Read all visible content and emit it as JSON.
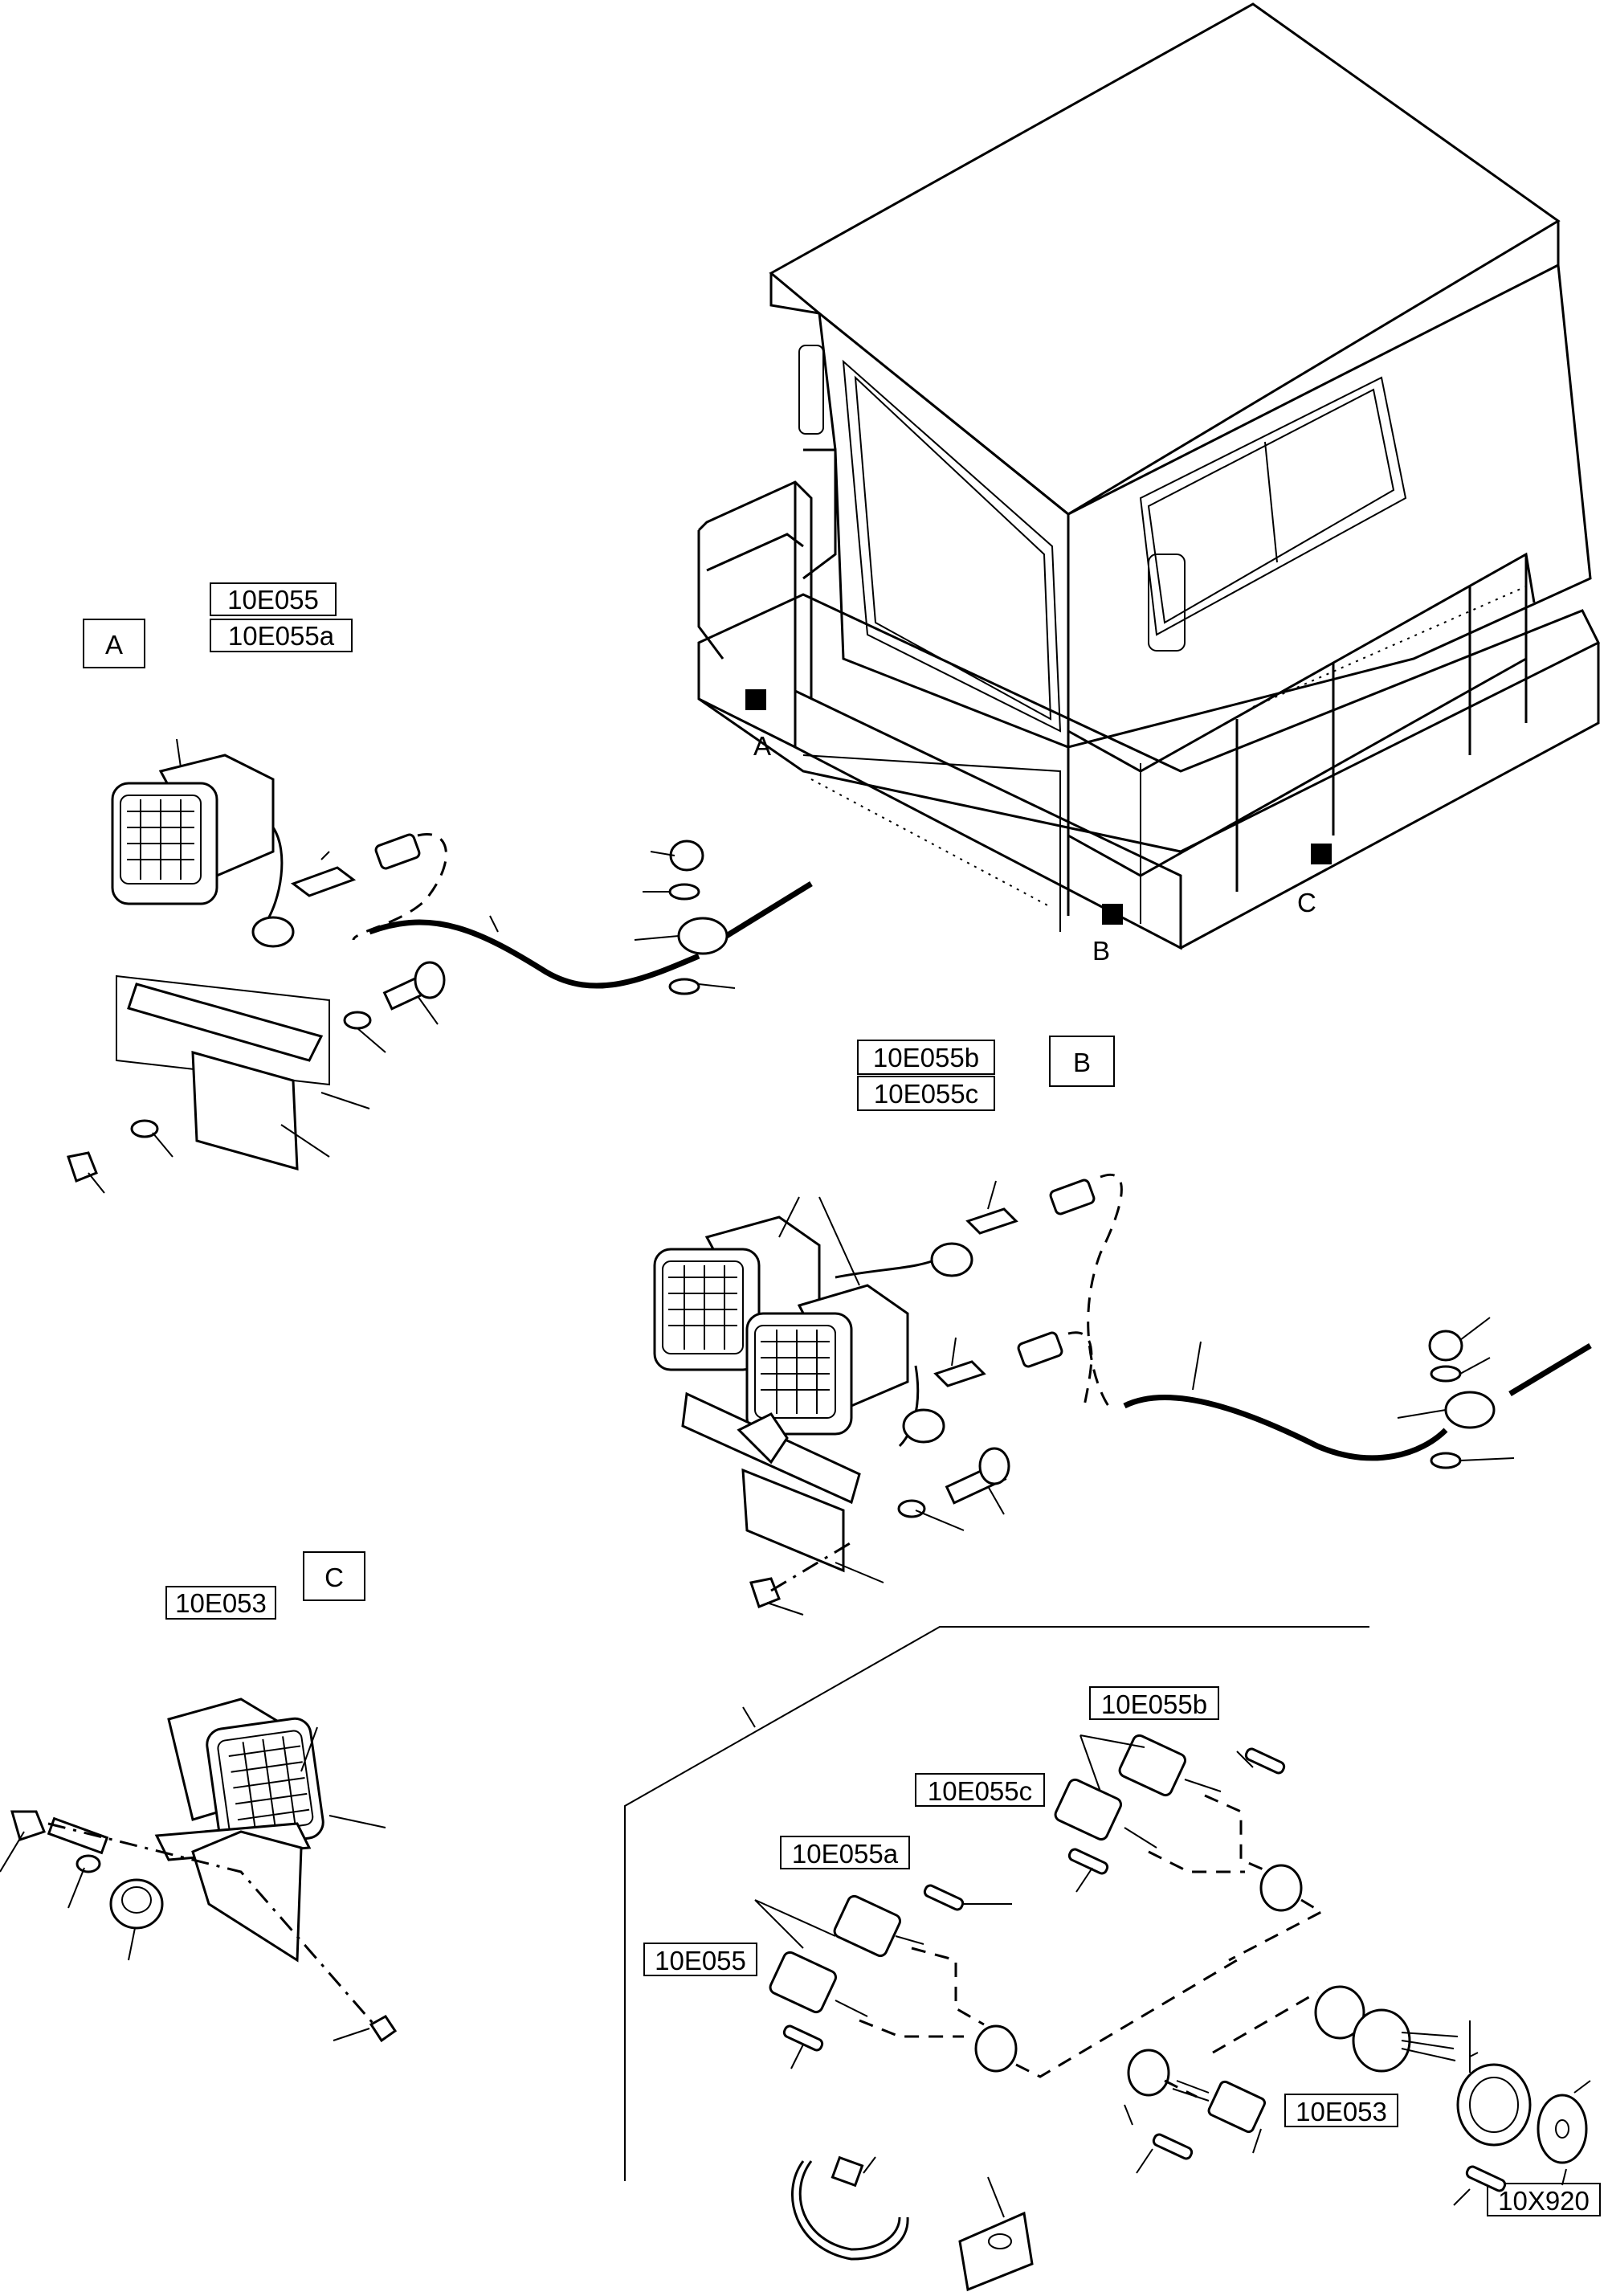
{
  "views": {
    "a": {
      "letter": "A",
      "part_codes": [
        "10E055",
        "10E055a"
      ]
    },
    "b": {
      "letter": "B",
      "part_codes": [
        "10E055b",
        "10E055c"
      ]
    },
    "c": {
      "letter": "C",
      "part_codes": [
        "10E053"
      ]
    }
  },
  "location_markers": [
    "A",
    "B",
    "C"
  ],
  "harness": {
    "connector_labels": [
      "10E055b",
      "10E055c",
      "10E055a",
      "10E055",
      "10E053",
      "10X920"
    ]
  }
}
